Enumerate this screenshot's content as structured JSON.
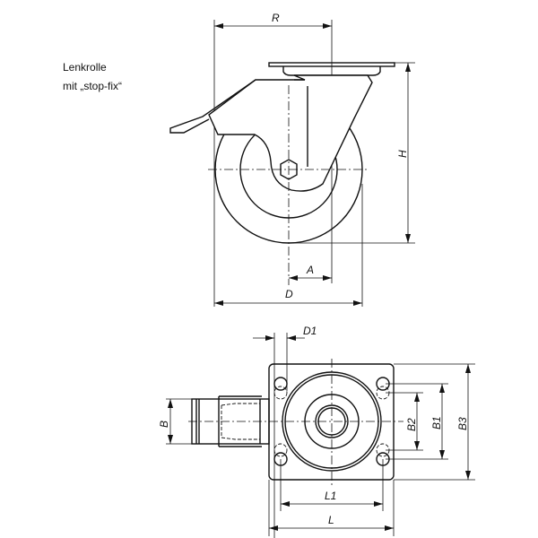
{
  "caption": {
    "line1": "Lenkrolle",
    "line2": "mit „stop-fix“"
  },
  "side_view": {
    "dims": {
      "R": "R",
      "H": "H",
      "A": "A",
      "D": "D"
    }
  },
  "top_view": {
    "dims": {
      "D1": "D1",
      "B": "B",
      "B1": "B1",
      "B2": "B2",
      "B3": "B3",
      "L1": "L1",
      "L": "L"
    }
  }
}
